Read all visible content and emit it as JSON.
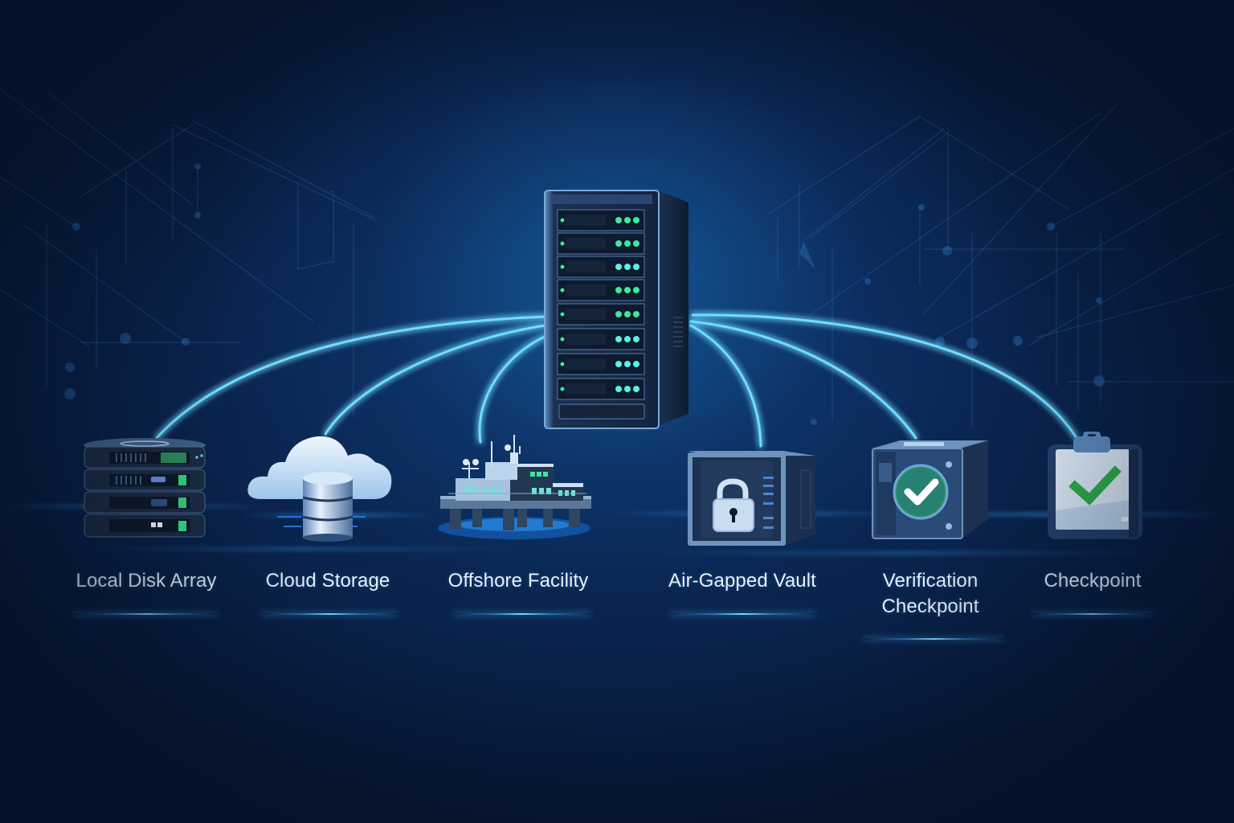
{
  "diagram": {
    "title": "",
    "theme": {
      "background_dark": "#071a3a",
      "background_mid": "#0d3566",
      "glow_accent": "#5fd0ff",
      "led_green": "#3de89a",
      "led_cyan": "#5ff0e0",
      "check_green": "#2fae4a",
      "label_color": "#e9f2fb"
    },
    "central_node": {
      "label": "",
      "icon": "server-rack-icon",
      "drive_bays": 8
    },
    "destinations": [
      {
        "id": "local-disk-array",
        "label": "Local Disk Array",
        "icon": "disk-array-icon"
      },
      {
        "id": "cloud-storage",
        "label": "Cloud Storage",
        "icon": "cloud-database-icon"
      },
      {
        "id": "offshore-facility",
        "label": "Offshore Facility",
        "icon": "offshore-platform-icon"
      },
      {
        "id": "air-gapped-vault",
        "label": "Air-Gapped Vault",
        "icon": "padlock-vault-icon"
      },
      {
        "id": "verification-checkpoint",
        "label_line1": "Verification",
        "label_line2": "Checkpoint",
        "icon": "check-box-icon"
      },
      {
        "id": "checkpoint",
        "label": "Checkpoint",
        "icon": "clipboard-check-icon"
      }
    ],
    "connections": [
      {
        "from": "central_node",
        "to": "local-disk-array"
      },
      {
        "from": "central_node",
        "to": "cloud-storage"
      },
      {
        "from": "central_node",
        "to": "offshore-facility"
      },
      {
        "from": "central_node",
        "to": "air-gapped-vault"
      },
      {
        "from": "central_node",
        "to": "verification-checkpoint"
      },
      {
        "from": "central_node",
        "to": "checkpoint"
      }
    ]
  }
}
